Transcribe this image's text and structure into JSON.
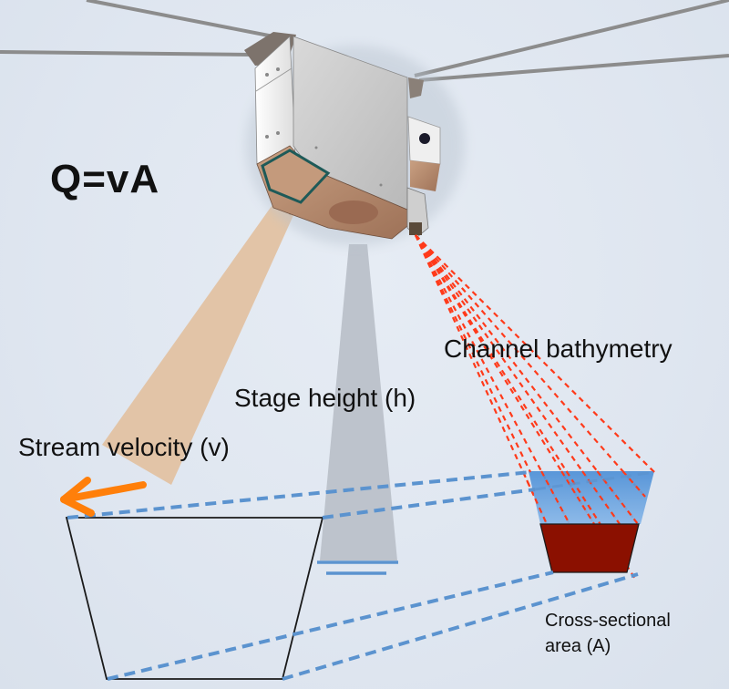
{
  "diagram": {
    "equation": "Q=vA",
    "labels": {
      "stream_velocity": "Stream velocity (v)",
      "stage_height": "Stage height (h)",
      "channel_bathymetry": "Channel bathymetry",
      "cross_section_line1": "Cross-sectional",
      "cross_section_line2": "area (A)"
    },
    "colors": {
      "background": "#dfe6f0",
      "velocity_beam": "#e2c2a2",
      "stage_beam": "#bcc3cc",
      "bathymetry_rays": "#ff3a1a",
      "water": "#5b9bd8",
      "bed": "#8b1000",
      "dashed_lines": "#5b93cf",
      "arrow": "#ff7f0a",
      "outline": "#1a1a1a"
    },
    "device": "radar-sensor-device"
  }
}
